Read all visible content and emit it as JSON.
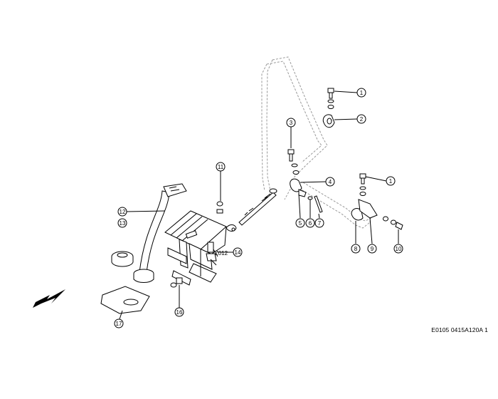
{
  "drawing_code": "E0105 0415A120A 1",
  "callouts": [
    {
      "label": "1"
    },
    {
      "label": "2"
    },
    {
      "label": "3"
    },
    {
      "label": "4"
    },
    {
      "label": "5"
    },
    {
      "label": "6"
    },
    {
      "label": "7"
    },
    {
      "label": "1"
    },
    {
      "label": "8"
    },
    {
      "label": "9"
    },
    {
      "label": "10"
    },
    {
      "label": "11"
    },
    {
      "label": "12"
    },
    {
      "label": "13"
    },
    {
      "label": "14"
    },
    {
      "label": "16"
    },
    {
      "label": "17"
    }
  ],
  "inline_label": "Z012"
}
